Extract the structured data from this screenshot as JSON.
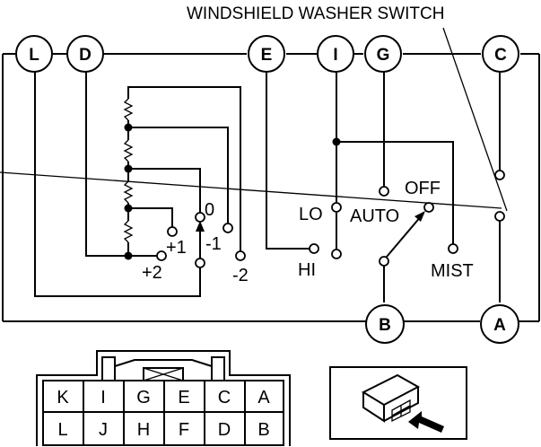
{
  "title": "WINDSHIELD WASHER SWITCH",
  "pins_top": [
    "L",
    "D",
    "E",
    "I",
    "G",
    "C"
  ],
  "pins_bottom": [
    "B",
    "A"
  ],
  "wiper_positions": {
    "p_plus2": "+2",
    "p_plus1": "+1",
    "p_zero": "0",
    "p_minus1": "-1",
    "p_minus2": "-2"
  },
  "mode_positions": {
    "lo": "LO",
    "hi": "HI",
    "auto": "AUTO",
    "off": "OFF",
    "mist": "MIST"
  },
  "connector": {
    "row1": [
      "K",
      "I",
      "G",
      "E",
      "C",
      "A"
    ],
    "row2": [
      "L",
      "J",
      "H",
      "F",
      "D",
      "B"
    ]
  }
}
